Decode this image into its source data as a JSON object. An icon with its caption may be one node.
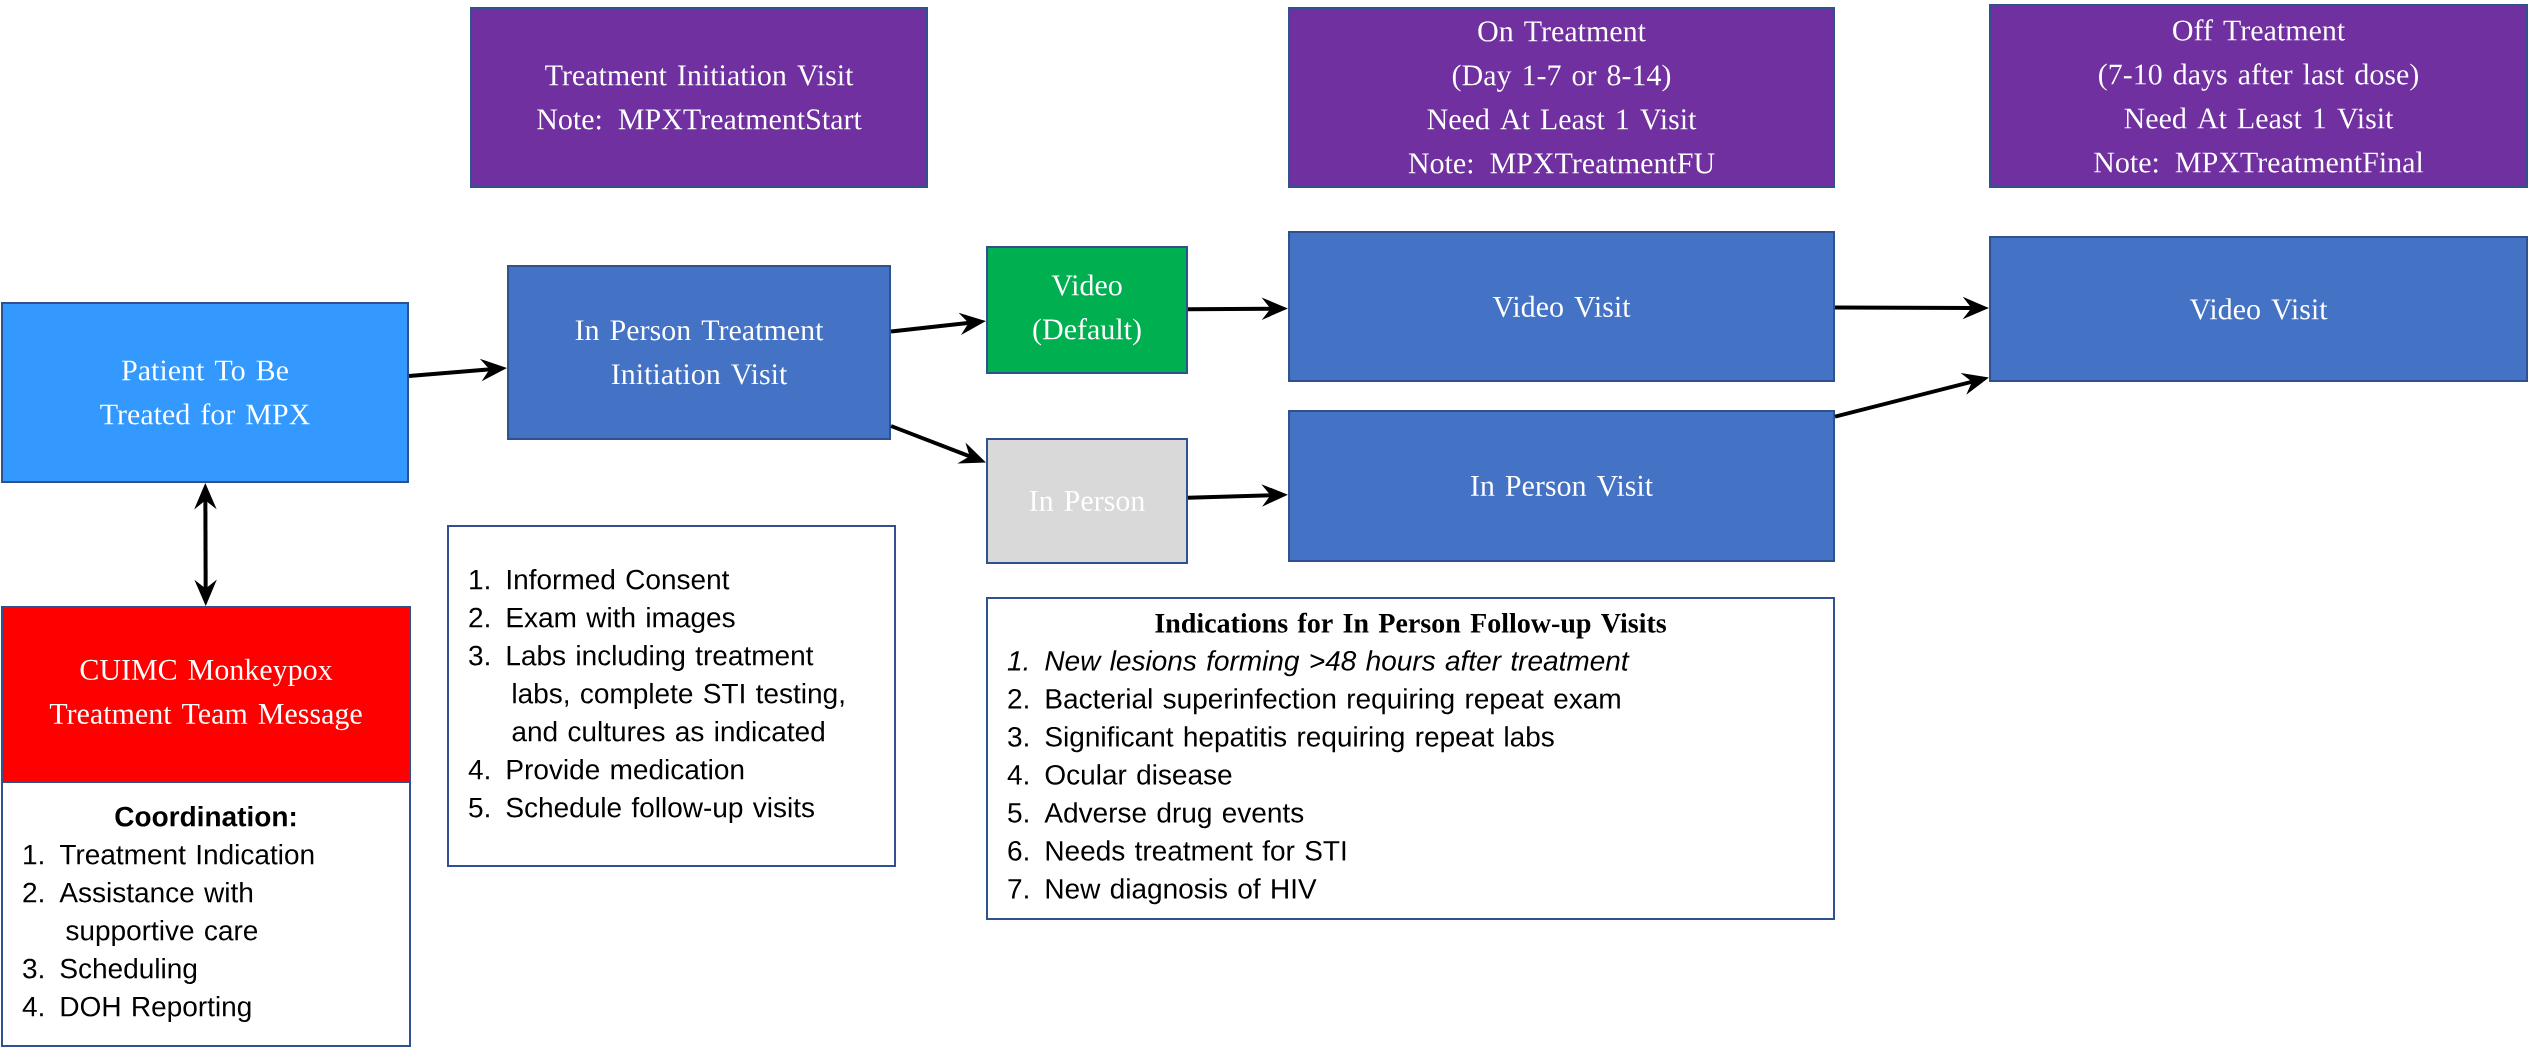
{
  "diagram": {
    "nodes": [
      {
        "text": [
          "Treatment Initiation Visit",
          "Note: MPXTreatmentStart"
        ]
      },
      {
        "text": [
          "On Treatment",
          "(Day 1-7 or 8-14)",
          "Need At Least 1 Visit",
          "Note: MPXTreatmentFU"
        ]
      },
      {
        "text": [
          "Off Treatment",
          "(7-10 days after last dose)",
          "Need At Least 1 Visit",
          "Note: MPXTreatmentFinal"
        ]
      },
      {
        "text": [
          "Patient To Be Treated for MPX"
        ]
      },
      {
        "text": [
          "In Person Treatment Initiation Visit"
        ]
      },
      {
        "text": [
          "Video (Default)"
        ]
      },
      {
        "text": [
          "Video Visit"
        ]
      },
      {
        "text": [
          "Video Visit"
        ]
      },
      {
        "text": [
          "In Person"
        ]
      },
      {
        "text": [
          "In Person Visit"
        ]
      },
      {
        "text": [
          "CUIMC Monkeypox Treatment Team Message"
        ]
      },
      {
        "text": [
          "Coordination:",
          "1. Treatment Indication",
          "2. Assistance with supportive care",
          "3. Scheduling",
          "4. DOH Reporting"
        ]
      },
      {
        "text": [
          "1. Informed Consent",
          "2. Exam with images",
          "3. Labs including treatment labs, complete STI testing, and cultures as indicated",
          "4. Provide medication",
          "5. Schedule follow-up visits"
        ]
      },
      {
        "text": [
          "Indications for In Person Follow-up Visits",
          "*1. New lesions forming >48 hours after treatment*",
          "2. Bacterial superinfection requiring repeat exam",
          "3. Significant hepatitis requiring repeat labs",
          "4. Ocular disease",
          "5. Adverse drug events",
          "6. Needs treatment for STI",
          "7. New diagnosis of HIV"
        ]
      }
    ],
    "edges": [
      {
        "from": 3,
        "to": 4,
        "arrow": "to"
      },
      {
        "from": 3,
        "to": 10,
        "arrow": "both"
      },
      {
        "from": 4,
        "to": 5,
        "arrow": "to"
      },
      {
        "from": 4,
        "to": 8,
        "arrow": "to"
      },
      {
        "from": 5,
        "to": 6,
        "arrow": "to"
      },
      {
        "from": 8,
        "to": 9,
        "arrow": "to"
      },
      {
        "from": 6,
        "to": 7,
        "arrow": "to"
      },
      {
        "from": 9,
        "to": 7,
        "arrow": "to"
      }
    ]
  }
}
